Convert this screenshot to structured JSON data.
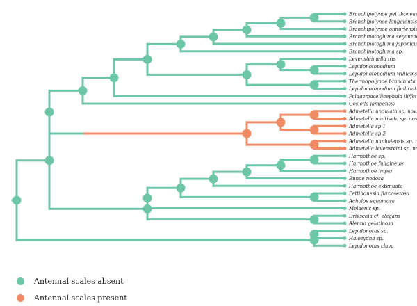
{
  "colors": {
    "absent": "#6DC7A6",
    "present": "#EF8C66"
  },
  "legend": [
    {
      "label": "Antennal scales absent",
      "color": "#6DC7A6"
    },
    {
      "label": "Antennal scales present",
      "color": "#EF8C66"
    }
  ],
  "taxa": [
    {
      "name": "Branchipolynoe pettiboneae",
      "state": "absent"
    },
    {
      "name": "Branchipolynoe longqiensis",
      "state": "absent"
    },
    {
      "name": "Branchipolynoe onnuriensis",
      "state": "absent"
    },
    {
      "name": "Branchinotogluma segonzaci",
      "state": "absent"
    },
    {
      "name": "Branchinotogluma japonicus",
      "state": "absent"
    },
    {
      "name": "Branchinotogluma sp.",
      "state": "absent"
    },
    {
      "name": "Levensteiniella iris",
      "state": "absent"
    },
    {
      "name": "Lepidonotopodium",
      "state": "absent"
    },
    {
      "name": "Lepidonotopodium williamsae",
      "state": "absent"
    },
    {
      "name": "Thermopolynoe branchiata",
      "state": "absent"
    },
    {
      "name": "Lepidonotopodium fimbriatum",
      "state": "absent"
    },
    {
      "name": "Pelagomacellicephala iliffei",
      "state": "absent"
    },
    {
      "name": "Gesiella jameensis",
      "state": "absent"
    },
    {
      "name": "Admetella undulata sp. nov.",
      "state": "present"
    },
    {
      "name": "Admetella multiseta sp. nov.",
      "state": "present"
    },
    {
      "name": "Admetella sp.1",
      "state": "present"
    },
    {
      "name": "Admetella sp.2",
      "state": "present"
    },
    {
      "name": "Admetella nanhaiensis sp. nov.",
      "state": "present"
    },
    {
      "name": "Admetella levensteini sp. nov.",
      "state": "present"
    },
    {
      "name": "Harmothoe sp.",
      "state": "absent"
    },
    {
      "name": "Harmothoe fuligineum",
      "state": "absent"
    },
    {
      "name": "Harmothoe impar",
      "state": "absent"
    },
    {
      "name": "Eunoe nodosa",
      "state": "absent"
    },
    {
      "name": "Harmothoe extenuata",
      "state": "absent"
    },
    {
      "name": "Pettibonesia furcosetosa",
      "state": "absent"
    },
    {
      "name": "Acholoe squamosa",
      "state": "absent"
    },
    {
      "name": "Melaenis sp.",
      "state": "absent"
    },
    {
      "name": "Drieschia cf. elegans",
      "state": "absent"
    },
    {
      "name": "Alentia gelatinosa",
      "state": "absent"
    },
    {
      "name": "Lepidonotus sp.",
      "state": "absent"
    },
    {
      "name": "Halosydna sp.",
      "state": "absent"
    },
    {
      "name": "Lepidonotus clava",
      "state": "absent"
    }
  ]
}
